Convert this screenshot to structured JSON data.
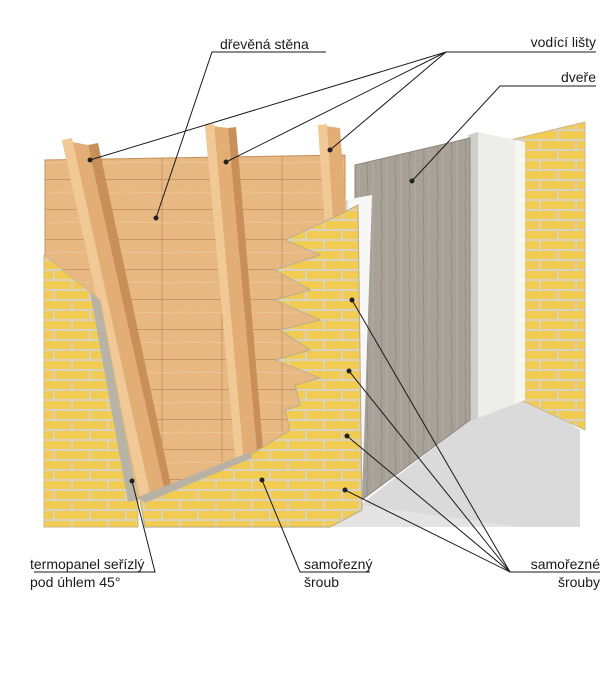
{
  "labels": {
    "wooden_wall": "dřevěná stěna",
    "guide_rails": "vodící lišty",
    "door": "dveře",
    "thermopanel_line1": "termopanel seřízlý",
    "thermopanel_line2": "pod úhlem 45°",
    "screw_line1": "samořezný",
    "screw_line2": "šroub",
    "screws_line1": "samořezné",
    "screws_line2": "šrouby"
  },
  "colors": {
    "brick": "#F2CC52",
    "mortar": "#D9D2C2",
    "wood": "#E8B882",
    "wood_dark": "#D39A62",
    "door": "#A39C92",
    "floor": "#E2E2E2",
    "leader": "#1a1a1a"
  }
}
